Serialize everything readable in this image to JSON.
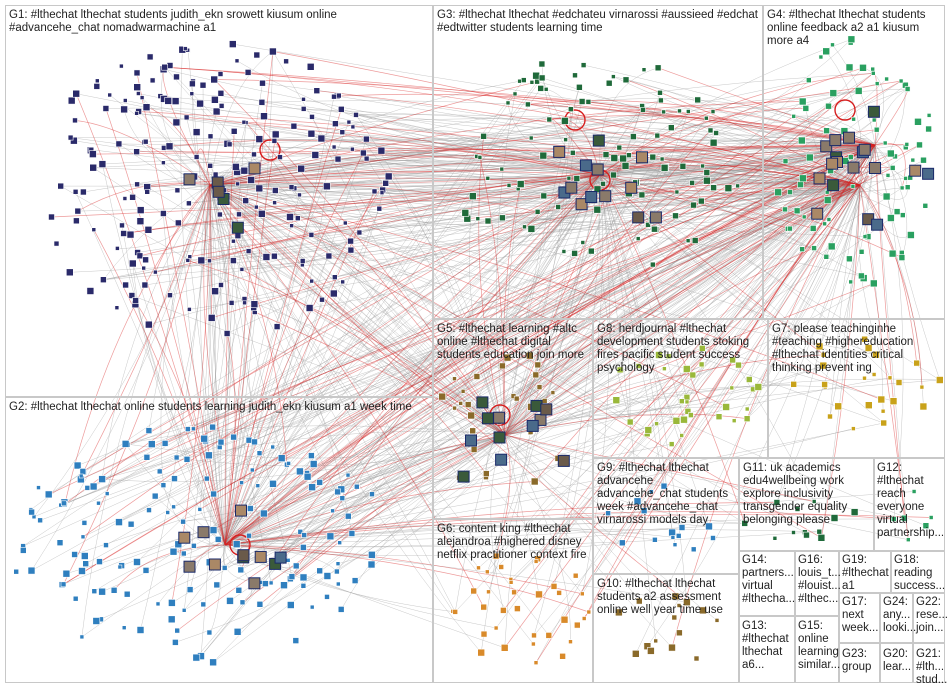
{
  "title": "",
  "colors": {
    "edge_gray": "#9a9a9a",
    "edge_red": "#d61f1f",
    "g1_nodes": "#2a2a6a",
    "g2_nodes": "#2f7fbf",
    "g3_nodes": "#1f6a3a",
    "g4_nodes": "#2aa060",
    "g5_nodes": "#8a6a2a",
    "g6_nodes": "#d98a2a",
    "g7_nodes": "#c9a21a",
    "g8_nodes": "#9ab83a",
    "box_border": "#c8c8c8"
  },
  "groups": [
    {
      "id": "G1",
      "label": "G1: #lthechat lthechat students judith_ekn srowett kiusum online #advancehe_chat nomadwarmachine a1"
    },
    {
      "id": "G2",
      "label": "G2: #lthechat lthechat online students learning judith_ekn kiusum a1 week time"
    },
    {
      "id": "G3",
      "label": "G3: #lthechat lthechat #edchateu virnarossi #aussieed #edchat #edtwitter students learning time"
    },
    {
      "id": "G4",
      "label": "G4: #lthechat lthechat students online feedback a2 a1 kiusum more a4"
    },
    {
      "id": "G5",
      "label": "G5: #lthechat learning #altc online #lthechat digital students education join more"
    },
    {
      "id": "G8",
      "label": "G8: herdjournal #lthechat development students stoking fires pacific student success psychology"
    },
    {
      "id": "G7",
      "label": "G7: please teachinginhe #teaching #highereducation #lthechat identities critical thinking prevent ing"
    },
    {
      "id": "G9",
      "label": "G9: #lthechat lthechat advancehe advancehe_chat students week #advancehe_chat virnarossi models day"
    },
    {
      "id": "G11",
      "label": "G11: uk academics edu4wellbeing work explore inclusivity transgender equality belonging please"
    },
    {
      "id": "G12",
      "label": "G12: #lthechat reach everyone virtual partnership..."
    },
    {
      "id": "G6",
      "label": "G6: content king #lthechat alejandroa #highered disney netflix practitioner context fire"
    },
    {
      "id": "G14",
      "label": "G14: partners... virtual #lthecha..."
    },
    {
      "id": "G16",
      "label": "G16: louis_t... #louist... #lthec..."
    },
    {
      "id": "G19",
      "label": "G19: #lthechat a1"
    },
    {
      "id": "G18",
      "label": "G18: reading success..."
    },
    {
      "id": "G10",
      "label": "G10: #lthechat lthechat students a2 assessment online well year time use"
    },
    {
      "id": "G17",
      "label": "G17: next week..."
    },
    {
      "id": "G24",
      "label": "G24: any... looki..."
    },
    {
      "id": "G22",
      "label": "G22: rese... join..."
    },
    {
      "id": "G13",
      "label": "G13: #lthechat lthechat a6..."
    },
    {
      "id": "G15",
      "label": "G15: online learning similar..."
    },
    {
      "id": "G23",
      "label": "G23: group"
    },
    {
      "id": "G20",
      "label": "G20: lear..."
    },
    {
      "id": "G21",
      "label": "G21: #lth... stud..."
    }
  ]
}
